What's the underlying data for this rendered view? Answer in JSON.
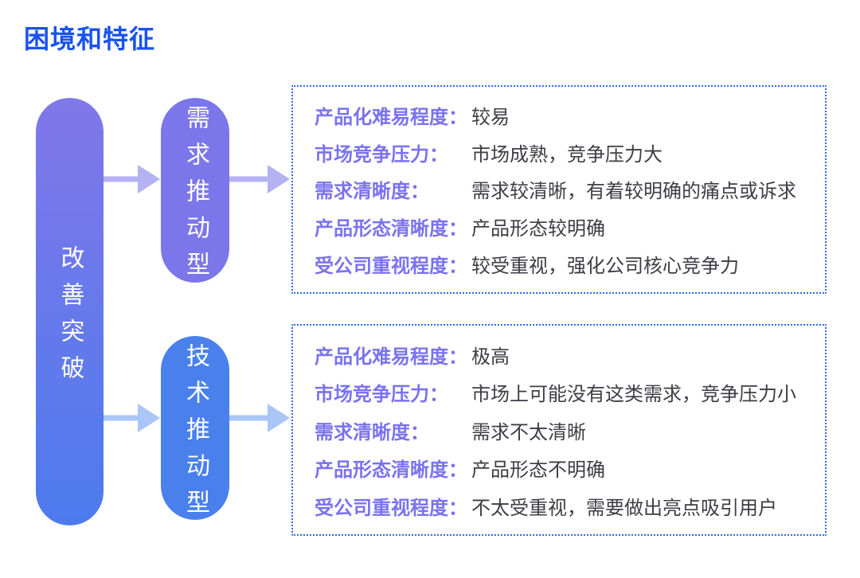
{
  "page": {
    "title": "困境和特征"
  },
  "colors": {
    "background": "#FFFFFF",
    "title_blue": "#1852EF",
    "pill_purple": "#7B76E9",
    "pill_blue": "#4A80EC",
    "root_top": "#8177E9",
    "root_bottom": "#4C7BED",
    "arrow_purple": "#B4B2F2",
    "arrow_blue": "#A9C6F6",
    "label_purple": "#7A72EF",
    "value_gray": "#3D3D45",
    "border_blue": "#2F6BE9",
    "pill_text": "#FFFFFF"
  },
  "flow": {
    "root": {
      "label": "改善突破"
    },
    "branches": [
      {
        "label": "需求推动型"
      },
      {
        "label": "技术推动型"
      }
    ]
  },
  "boxes": [
    {
      "rows": [
        {
          "label": "产品化难易程度：",
          "value": "较易"
        },
        {
          "label": "市场竞争压力：",
          "value": "市场成熟，竞争压力大"
        },
        {
          "label": "需求清晰度：",
          "value": "需求较清晰，有着较明确的痛点或诉求"
        },
        {
          "label": "产品形态清晰度：",
          "value": "产品形态较明确"
        },
        {
          "label": "受公司重视程度：",
          "value": "较受重视，强化公司核心竞争力"
        }
      ]
    },
    {
      "rows": [
        {
          "label": "产品化难易程度：",
          "value": "极高"
        },
        {
          "label": "市场竞争压力：",
          "value": "市场上可能没有这类需求，竞争压力小"
        },
        {
          "label": "需求清晰度：",
          "value": "需求不太清晰"
        },
        {
          "label": "产品形态清晰度：",
          "value": "产品形态不明确"
        },
        {
          "label": "受公司重视程度：",
          "value": "不太受重视，需要做出亮点吸引用户"
        }
      ]
    }
  ]
}
